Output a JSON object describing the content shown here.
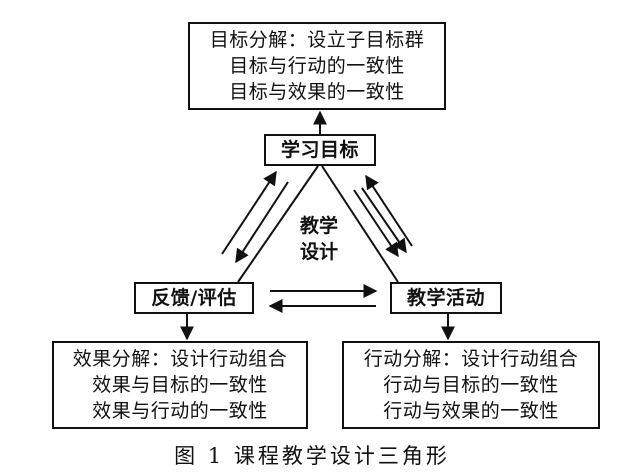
{
  "top_box": {
    "lines": [
      "目标分解：设立子目标群",
      "目标与行动的一致性",
      "目标与效果的一致性"
    ]
  },
  "learning_goal": {
    "label": "学习目标"
  },
  "feedback": {
    "label": "反馈/评估"
  },
  "teaching_activity": {
    "label": "教学活动"
  },
  "center": {
    "lines": [
      "教学",
      "设计"
    ]
  },
  "effect_box": {
    "lines": [
      "效果分解：设计行动组合",
      "效果与目标的一致性",
      "效果与行动的一致性"
    ]
  },
  "action_box": {
    "lines": [
      "行动分解：设计行动组合",
      "行动与目标的一致性",
      "行动与效果的一致性"
    ]
  },
  "caption": "图 1 课程教学设计三角形"
}
